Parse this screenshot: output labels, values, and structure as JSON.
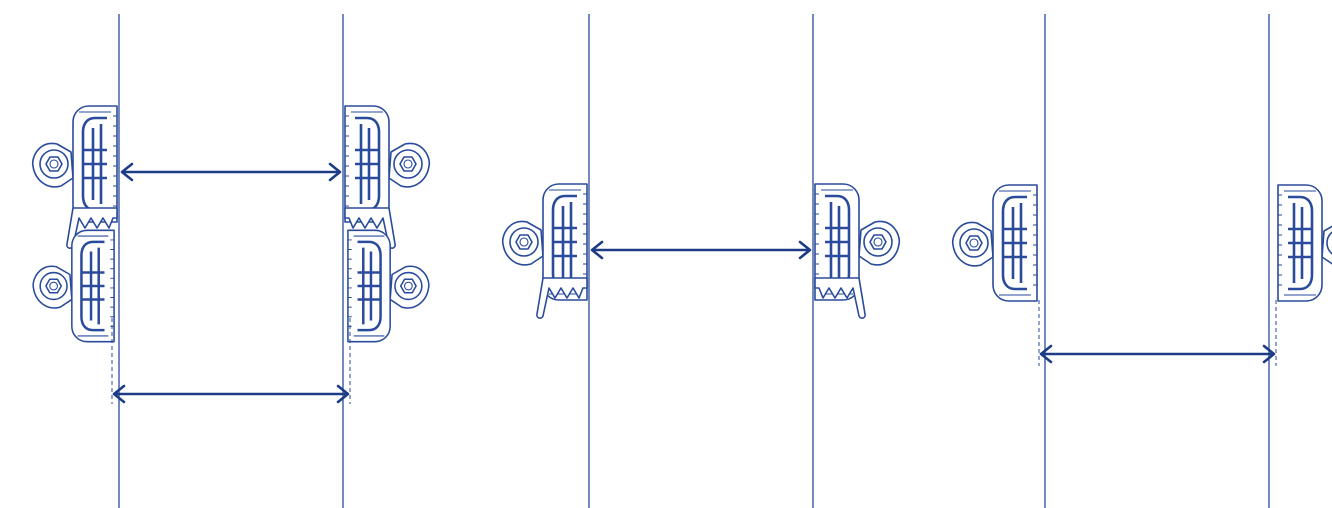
{
  "colors": {
    "line": "#2a4b9b",
    "dimension": "#1d3c86",
    "background": "#ffffff"
  },
  "figure": {
    "panels": [
      {
        "id": "double-clamp-setup",
        "clamp_pairs": 2,
        "dimension_arrows": 2
      },
      {
        "id": "single-clamp-setup",
        "clamp_pairs": 1,
        "dimension_arrows": 1
      },
      {
        "id": "offset-clamp-setup",
        "clamp_pairs": 1,
        "dimension_arrows": 1
      }
    ]
  }
}
